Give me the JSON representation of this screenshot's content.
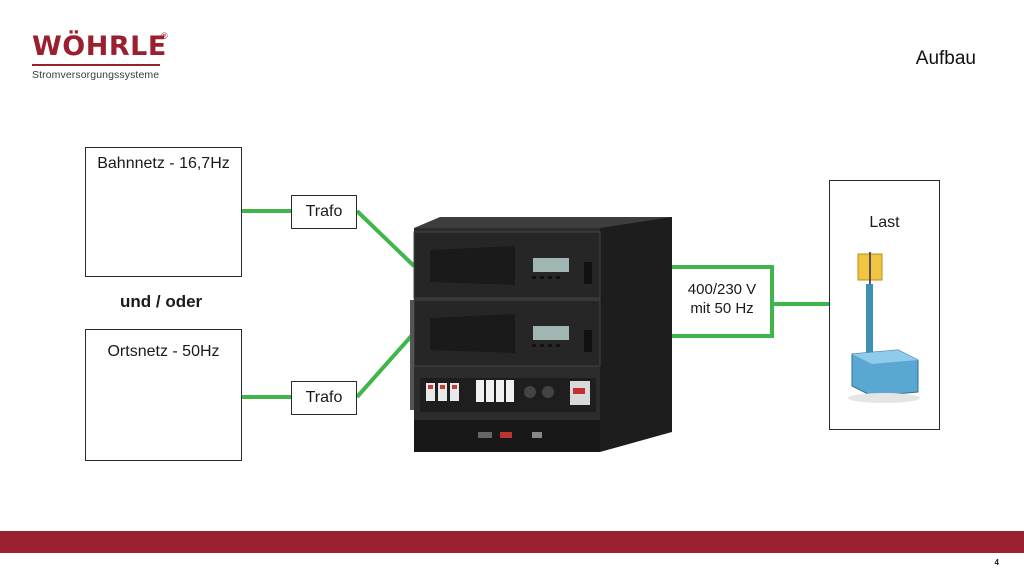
{
  "logo": {
    "name": "WÖHRLE",
    "registered": "®",
    "subtitle": "Stromversorgungssysteme"
  },
  "page_title": "Aufbau",
  "sources": {
    "bahnnetz": "Bahnnetz - 16,7Hz",
    "connector": "und / oder",
    "ortsnetz": "Ortsnetz - 50Hz"
  },
  "trafo_top": "Trafo",
  "trafo_bottom": "Trafo",
  "output": {
    "voltage": "400/230 V",
    "frequency": "mit 50 Hz"
  },
  "load": "Last",
  "page_number": "4",
  "colors": {
    "brand": "#9a1f2f",
    "line_green": "#3fb54a",
    "cabinet": "#2a2a2a"
  }
}
